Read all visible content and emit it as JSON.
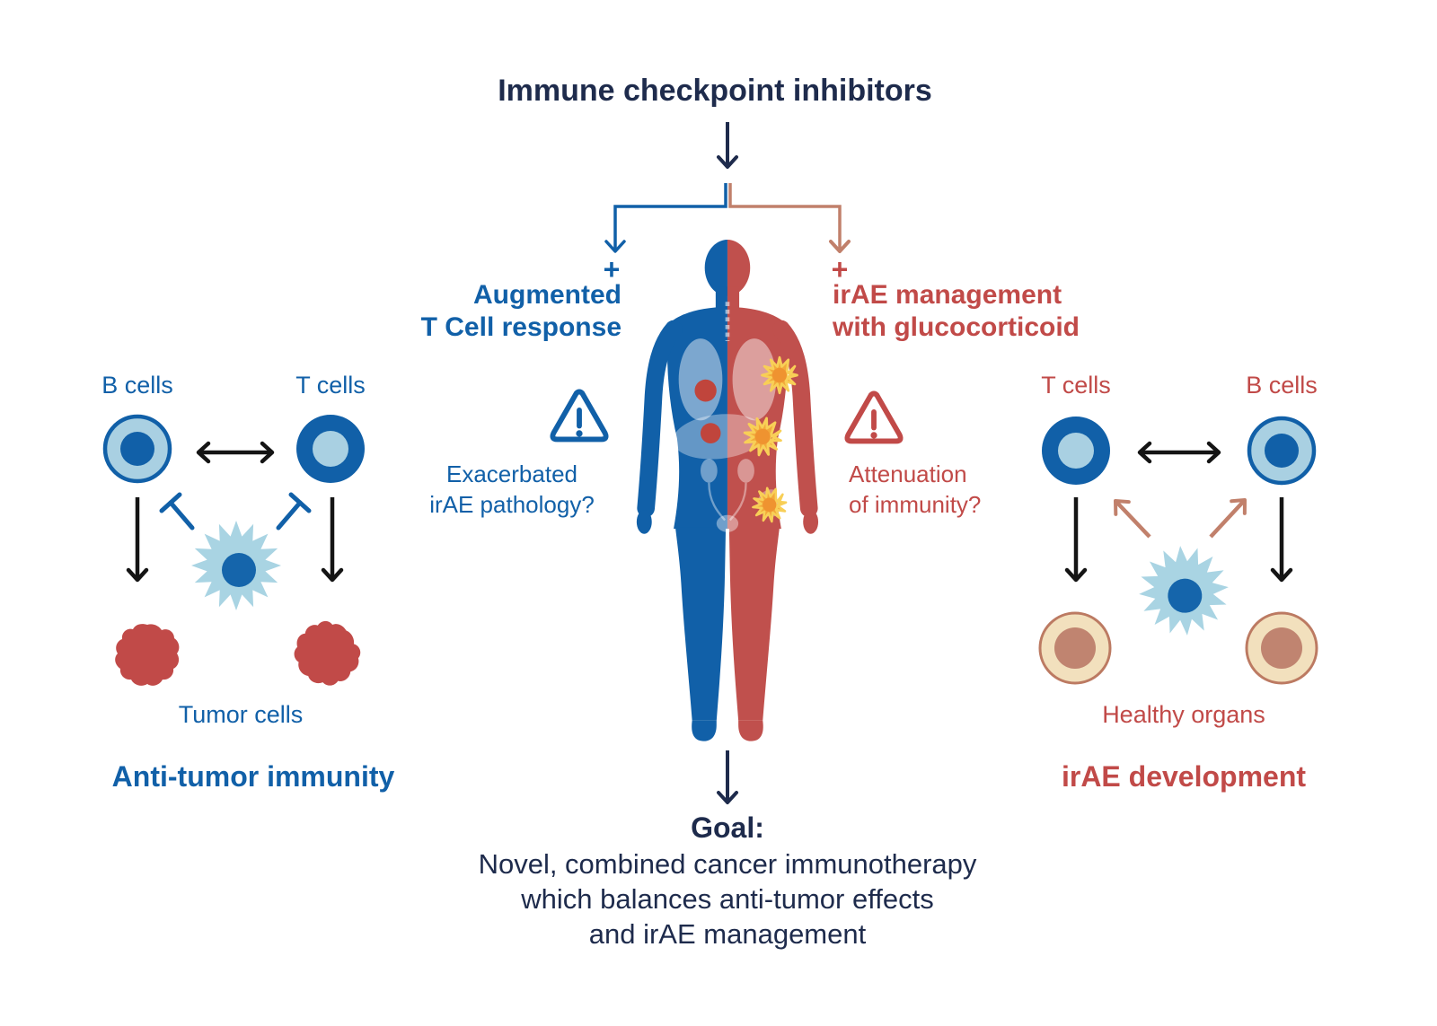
{
  "title": "Immune checkpoint inhibitors",
  "left_branch": {
    "plus": "+",
    "label": "Augmented\nT Cell response",
    "warning_label": "Exacerbated\nirAE pathology?",
    "cell_left_label": "B cells",
    "cell_right_label": "T cells",
    "target_label": "Tumor cells",
    "outcome_label": "Anti-tumor immunity"
  },
  "right_branch": {
    "plus": "+",
    "label": "irAE management\nwith glucocorticoid",
    "warning_label": "Attenuation\nof immunity?",
    "cell_left_label": "T cells",
    "cell_right_label": "B cells",
    "target_label": "Healthy organs",
    "outcome_label": "irAE development"
  },
  "goal": {
    "heading": "Goal:",
    "body": "Novel, combined cancer immunotherapy\nwhich balances anti-tumor effects\nand irAE management"
  },
  "icons": {
    "warning": "warning-triangle-icon",
    "flow_arrow": "down-arrow-icon",
    "interaction": "double-arrow-icon",
    "inhibition": "t-bar-inhibitor-icon",
    "stimulation": "salmon-arrow-icon",
    "inflammation": "starburst-icon"
  },
  "colors": {
    "navy": "#1e2b4c",
    "blue": "#1160a8",
    "light_blue": "#a9d0e2",
    "red_text": "#c14a48",
    "body_red": "#c0504d",
    "salmon": "#c1806b",
    "tumor_red": "#c14a48",
    "organ_fill": "#f2e0bd",
    "organ_border": "#bc7a62",
    "organ_nucleus": "#c08470",
    "starburst_orange": "#f2a93b",
    "starburst_yellow": "#f8cf57",
    "arrow_black": "#141414"
  }
}
